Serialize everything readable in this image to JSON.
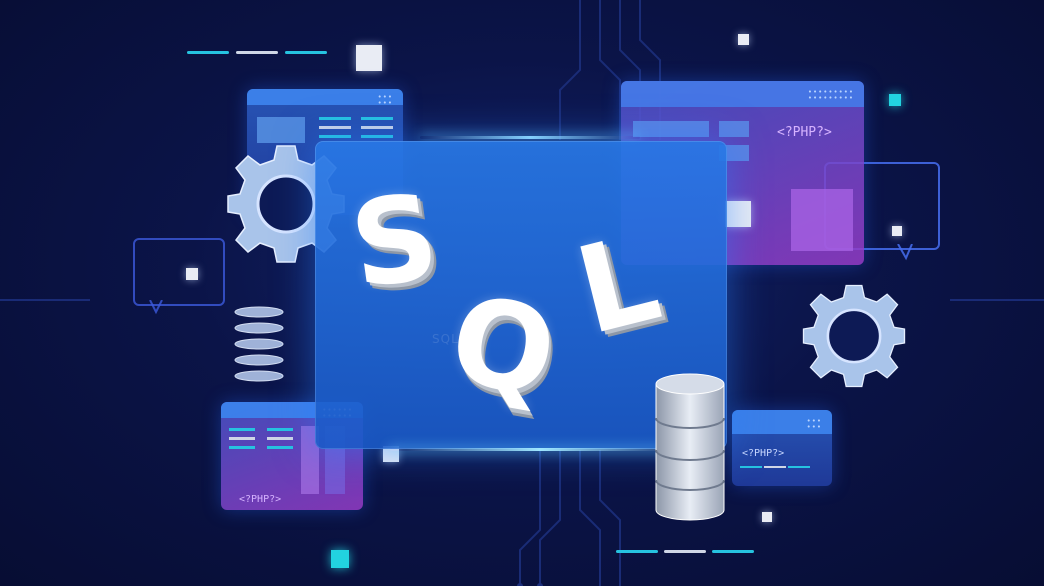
{
  "hero": {
    "title_letters": [
      "S",
      "Q",
      "L"
    ],
    "watermark": "SQL"
  },
  "labels": {
    "php_tag": "<?PHP?>"
  },
  "window": {
    "dots": "• • •\n• • •"
  },
  "colors": {
    "background": "#0b1448",
    "panel": "#2a7ae0",
    "accent_cyan": "#22d3e0",
    "accent_purple": "#9b55d6",
    "gear": "#a9c4ea"
  }
}
